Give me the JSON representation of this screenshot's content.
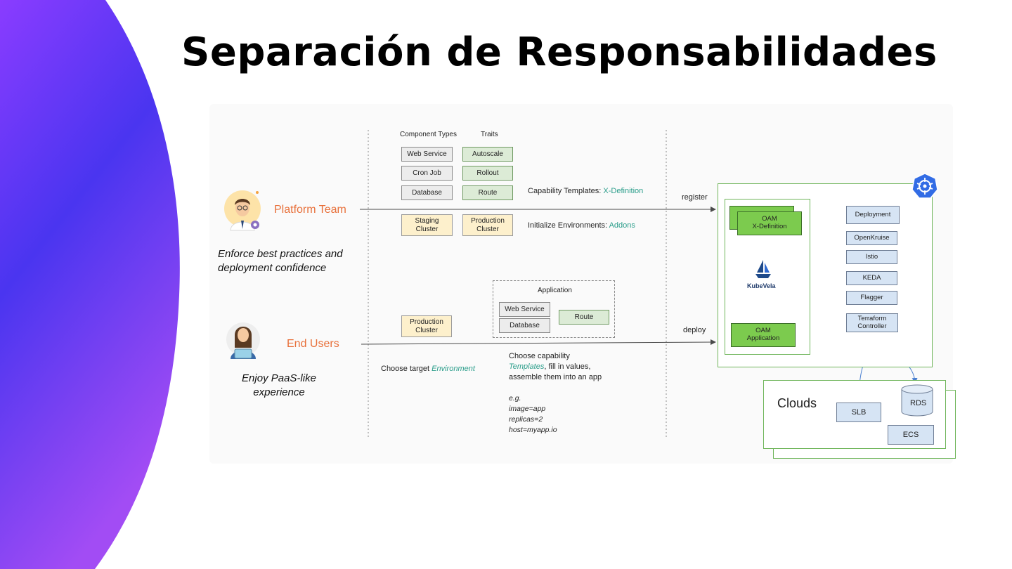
{
  "title": "Separación de Responsabilidades",
  "diagram": {
    "headers": {
      "component_types": "Component Types",
      "traits": "Traits"
    },
    "component_types": [
      "Web Service",
      "Cron Job",
      "Database"
    ],
    "traits": [
      "Autoscale",
      "Rollout",
      "Route"
    ],
    "clusters_platform": [
      "Staging\nCluster",
      "Production\nCluster"
    ],
    "capability_templates": {
      "prefix": "Capability Templates: ",
      "accent": "X-Definition"
    },
    "initialize_envs": {
      "prefix": "Initialize Environments: ",
      "accent": "Addons"
    },
    "platform_team": {
      "label": "Platform Team",
      "desc": "Enforce best practices and\ndeployment confidence"
    },
    "end_users": {
      "label": "End Users",
      "desc": "Enjoy PaaS-like\nexperience"
    },
    "application": {
      "label": "Application",
      "items": [
        "Web Service",
        "Database"
      ],
      "trait": "Route"
    },
    "production_cluster_user": "Production\nCluster",
    "choose_target": {
      "prefix": "Choose target ",
      "accent": "Environment"
    },
    "choose_capability": {
      "line1": "Choose capability",
      "accent": "Templates",
      "line2_rest": ", fill in values,",
      "line3": "assemble them into an app"
    },
    "example": [
      "e.g.",
      "image=app",
      "replicas=2",
      "host=myapp.io"
    ],
    "register_label": "register",
    "deploy_label": "deploy",
    "oam_xdef": "OAM\nX-Definition",
    "kubevela": "KubeVela",
    "oam_app": "OAM\nApplication",
    "right_stack": [
      "Deployment",
      "OpenKruise",
      "Istio",
      "KEDA",
      "Flagger",
      "Terraform\nController"
    ],
    "clouds": {
      "label": "Clouds",
      "items": [
        "SLB",
        "RDS",
        "ECS"
      ]
    }
  },
  "colors": {
    "gradient_top": "#9b3cff",
    "gradient_mid": "#5a2df0",
    "gradient_bottom": "#a046f5",
    "accent_teal": "#2a9d8a",
    "role_orange": "#e8703a",
    "oam_green": "#7ccb4e",
    "k8s_blue": "#326ce5"
  }
}
